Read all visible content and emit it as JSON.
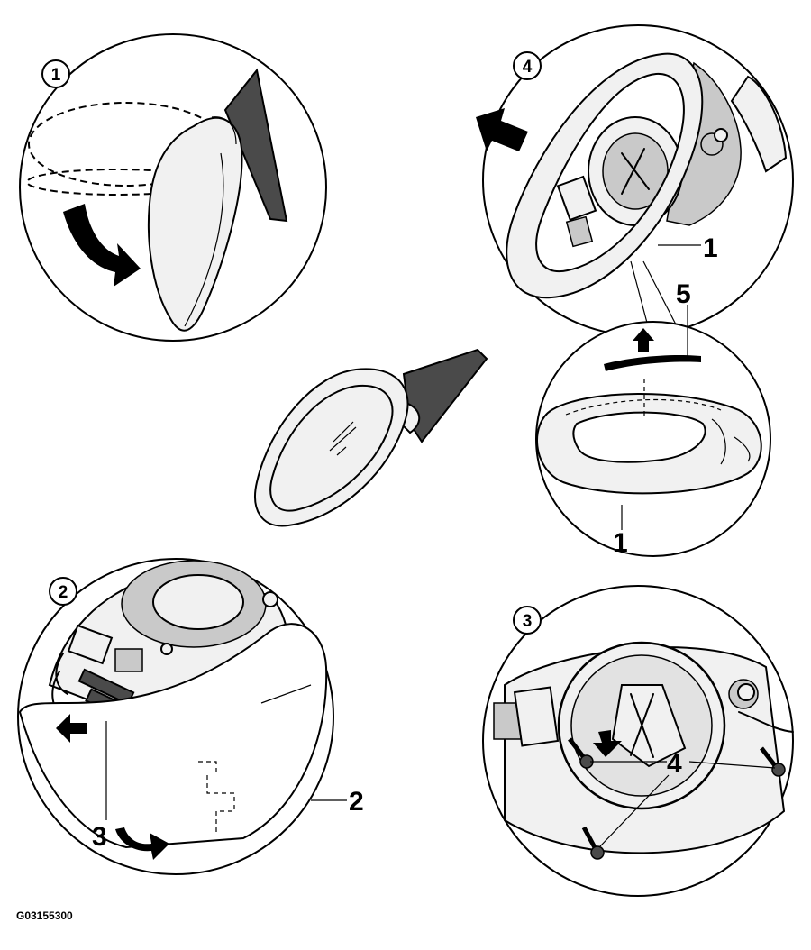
{
  "steps": {
    "step1": {
      "label": "1"
    },
    "step2": {
      "label": "2"
    },
    "step3": {
      "label": "3"
    },
    "step4": {
      "label": "4"
    }
  },
  "callouts": {
    "c1_top": "1",
    "c1_bottom": "1",
    "c2": "2",
    "c3": "3",
    "c4": "4",
    "c5": "5"
  },
  "figure_code": "G03155300",
  "colors": {
    "ink": "#000000",
    "mount_dark": "#4a4a4a",
    "housing_light": "#f1f1f1"
  }
}
